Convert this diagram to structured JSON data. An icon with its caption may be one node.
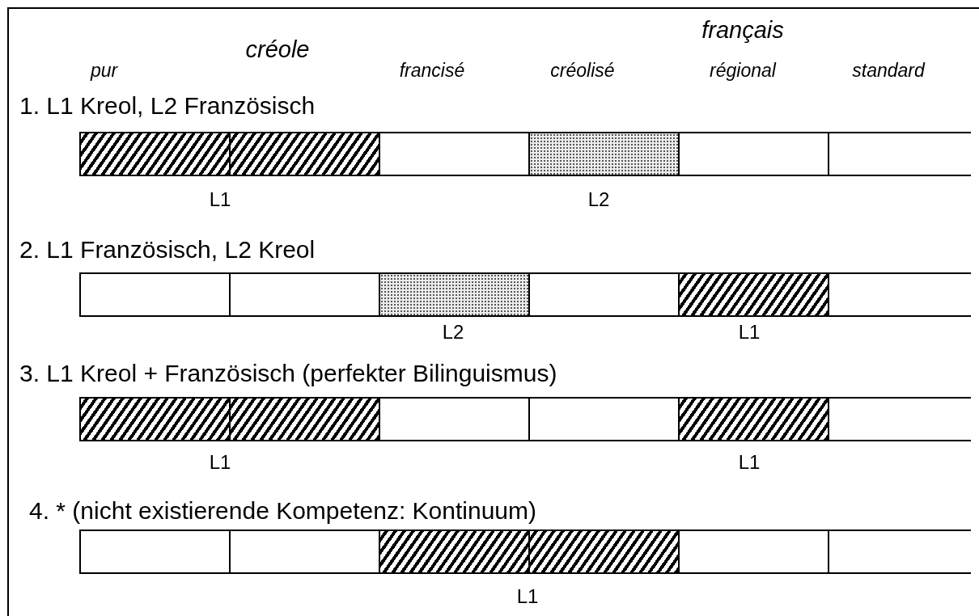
{
  "diagram": {
    "labels": [
      "français",
      "créole",
      "pur",
      "francisé",
      "créolisé",
      "régional",
      "standard",
      "1. L1 Kreol, L2 Französisch",
      "L1",
      "L2",
      "2. L1 Französisch, L2 Kreol",
      "L2",
      "L1",
      "3. L1 Kreol + Französisch (perfekter Bilinguismus)",
      "L1",
      "L1",
      "4. * (nicht existierende Kompetenz: Kontinuum)",
      "L1"
    ]
  }
}
